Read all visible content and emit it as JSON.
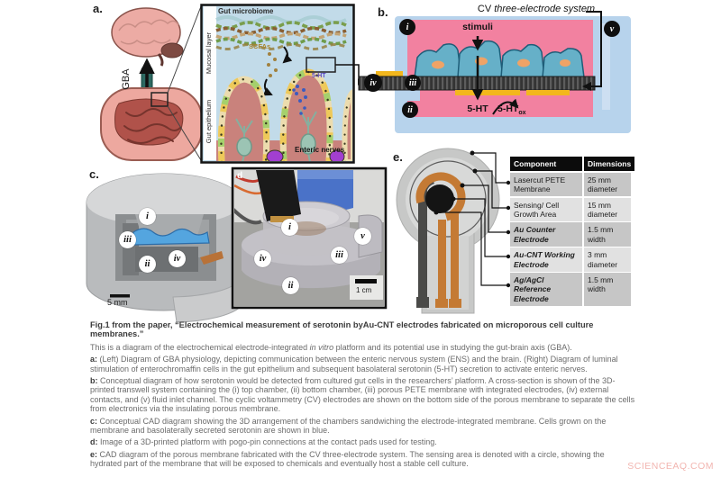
{
  "markers": {
    "i": "i",
    "ii": "ii",
    "iii": "iii",
    "iv": "iv",
    "v": "v"
  },
  "panels": {
    "a": {
      "label": "a.",
      "gba": "GBA",
      "inset": {
        "gut_microbiome": "Gut microbiome",
        "mucosal_layer": "Mucosal layer",
        "gut_epithelium": "Gut epithelium",
        "scfas": "SCFAs",
        "serotonin": "5-HT",
        "enteric_nerves": "Enteric nerves"
      }
    },
    "b": {
      "label": "b.",
      "title_cv": "CV",
      "title_system": "three-electrode system",
      "stimuli": "stimuli",
      "ht": "5-HT",
      "ht_ox_base": "5-HT",
      "ht_ox_sub": "ox"
    },
    "c": {
      "label": "c.",
      "scale_bar": "5 mm"
    },
    "d": {
      "label": "d",
      "scale_bar": "1 cm"
    },
    "e": {
      "label": "e.",
      "table": {
        "headers": [
          "Component",
          "Dimensions"
        ],
        "rows": [
          {
            "component": "Lasercut PETE Membrane",
            "dimensions": "25 mm diameter",
            "emphasized": false
          },
          {
            "component": "Sensing/ Cell Growth Area",
            "dimensions": "15 mm diameter",
            "emphasized": false
          },
          {
            "component": "Au Counter Electrode",
            "dimensions": "1.5 mm width",
            "emphasized": true
          },
          {
            "component": "Au-CNT Working Electrode",
            "dimensions": "3 mm diameter",
            "emphasized": true
          },
          {
            "component": "Ag/AgCl Reference Electrode",
            "dimensions": "1.5 mm width",
            "emphasized": true
          }
        ]
      }
    }
  },
  "caption": {
    "title": "Fig.1 from the paper, “Electrochemical measurement of serotonin byAu-CNT electrodes fabricated on microporous cell culture membranes.”",
    "intro_pre": "This is a diagram of the electrochemical electrode-integrated ",
    "intro_italic": "in vitro",
    "intro_post": " platform and its potential use in studying the gut-brain axis (GBA).",
    "items": [
      {
        "prefix": "a:",
        "text": " (Left) Diagram of GBA physiology, depicting communication between the enteric nervous system (ENS) and the brain. (Right) Diagram of luminal stimulation of enterochromaffin cells in the gut epithelium and subsequent basolateral serotonin (5-HT) secretion to activate enteric nerves."
      },
      {
        "prefix": "b:",
        "text": " Conceptual diagram of how serotonin would be detected from cultured gut cells in the researchers’ platform. A cross-section is shown of the 3D-printed transwell system containing the (i) top chamber, (ii) bottom chamber, (iii) porous PETE membrane with integrated electrodes, (iv) external contacts, and (v) fluid inlet channel. The cyclic voltammetry (CV) electrodes are shown on the bottom side of the porous membrane to separate the cells from electronics via the insulating porous membrane."
      },
      {
        "prefix": "c:",
        "text": " Conceptual CAD diagram showing the 3D arrangement of the chambers sandwiching the electrode-integrated membrane. Cells grown on the membrane and basolaterally secreted serotonin are shown in blue."
      },
      {
        "prefix": "d:",
        "text": " Image of a 3D-printed platform with pogo-pin connections at the contact pads used for testing."
      },
      {
        "prefix": "e:",
        "text": " CAD diagram of the porous membrane fabricated with the CV three-electrode system. The sensing area is denoted with a circle, showing the hydrated part of the membrane that will be exposed to chemicals and eventually host a stable cell culture."
      }
    ]
  },
  "watermark": "SCIENCEAQ.COM",
  "colors": {
    "chamber_pink": "#f281a0",
    "vessel_blue": "#b7d3ec",
    "electrode_gold": "#f3b71d",
    "cell_blue": "#66b0c8",
    "copper_trace": "#c47a34",
    "serotonin_blue": "#3b5bbf"
  }
}
